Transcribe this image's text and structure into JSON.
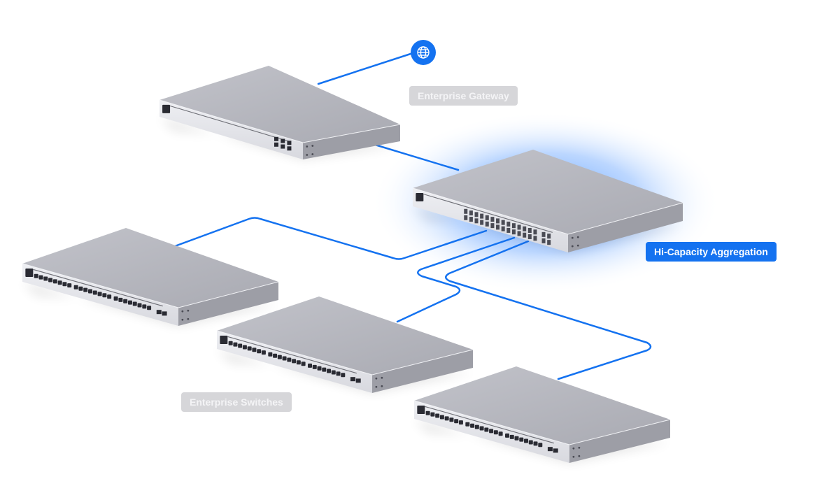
{
  "diagram": {
    "title": "Enterprise network topology",
    "colors": {
      "link": "#1472f0",
      "highlight_glow": "#3d8bff",
      "active_label_bg": "#1472f0",
      "muted_label_bg": "#d6d6d9",
      "device_top": "#b3b4bc",
      "device_front": "#e4e5ea",
      "device_side": "#9d9ea6"
    },
    "nodes": [
      {
        "id": "internet",
        "type": "internet",
        "icon": "globe-icon"
      },
      {
        "id": "gateway",
        "type": "gateway",
        "label": "Enterprise Gateway",
        "ports": {
          "rj45": 2,
          "sfp": 4
        }
      },
      {
        "id": "aggregation",
        "type": "aggregation-switch",
        "label": "Hi-Capacity Aggregation",
        "highlighted": true,
        "ports": {
          "sfp": 32
        }
      },
      {
        "id": "switch-1",
        "type": "access-switch",
        "group": "Enterprise Switches",
        "ports": {
          "rj45": 24,
          "sfp": 2
        }
      },
      {
        "id": "switch-2",
        "type": "access-switch",
        "group": "Enterprise Switches",
        "ports": {
          "rj45": 24,
          "sfp": 2
        }
      },
      {
        "id": "switch-3",
        "type": "access-switch",
        "group": "Enterprise Switches",
        "ports": {
          "rj45": 24,
          "sfp": 2
        }
      }
    ],
    "links": [
      {
        "from": "internet",
        "to": "gateway"
      },
      {
        "from": "gateway",
        "to": "aggregation"
      },
      {
        "from": "aggregation",
        "to": "switch-1"
      },
      {
        "from": "aggregation",
        "to": "switch-2"
      },
      {
        "from": "aggregation",
        "to": "switch-3"
      }
    ],
    "labels": {
      "gateway": "Enterprise Gateway",
      "aggregation": "Hi-Capacity Aggregation",
      "switches": "Enterprise Switches"
    }
  }
}
